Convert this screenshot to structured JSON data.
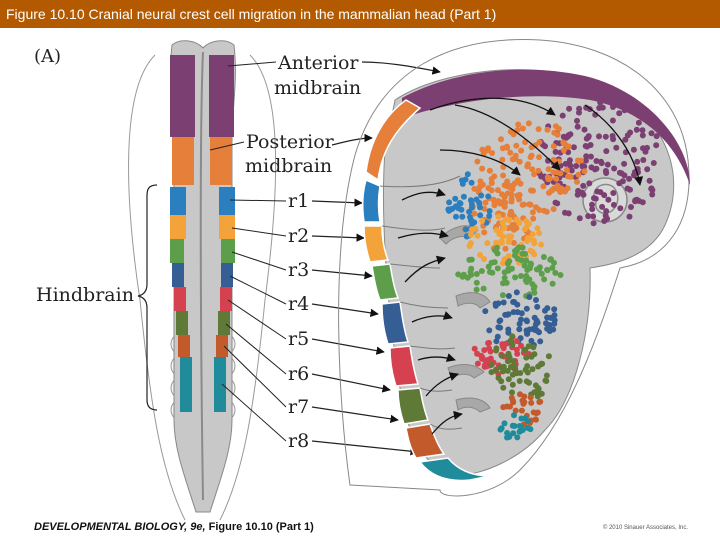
{
  "header": {
    "title": "Figure 10.10 Cranial neural crest cell migration in the mammalian head (Part 1)"
  },
  "figure": {
    "panel_label": "(A)",
    "labels": {
      "anterior_midbrain": [
        "Anterior",
        "midbrain"
      ],
      "posterior_midbrain": [
        "Posterior",
        "midbrain"
      ],
      "hindbrain": "Hindbrain",
      "rhombomeres": [
        "r1",
        "r2",
        "r3",
        "r4",
        "r5",
        "r6",
        "r7",
        "r8"
      ]
    },
    "colors": {
      "anterior_midbrain": "#7b3f72",
      "posterior_midbrain": "#e57f3a",
      "r1": "#2b7fbf",
      "r2": "#f3a33a",
      "r3": "#5d9e4a",
      "r4": "#355e94",
      "r5": "#d64150",
      "r6": "#5e7a36",
      "r7": "#c35a2c",
      "r8": "#1f8b9b",
      "tissue": "#c8c8c8",
      "title_bar": "#b35a00"
    }
  },
  "footer": {
    "book": "DEVELOPMENTAL BIOLOGY, 9e,",
    "figure_ref": "Figure 10.10 (Part 1)",
    "copyright": "© 2010 Sinauer Associates, Inc."
  }
}
